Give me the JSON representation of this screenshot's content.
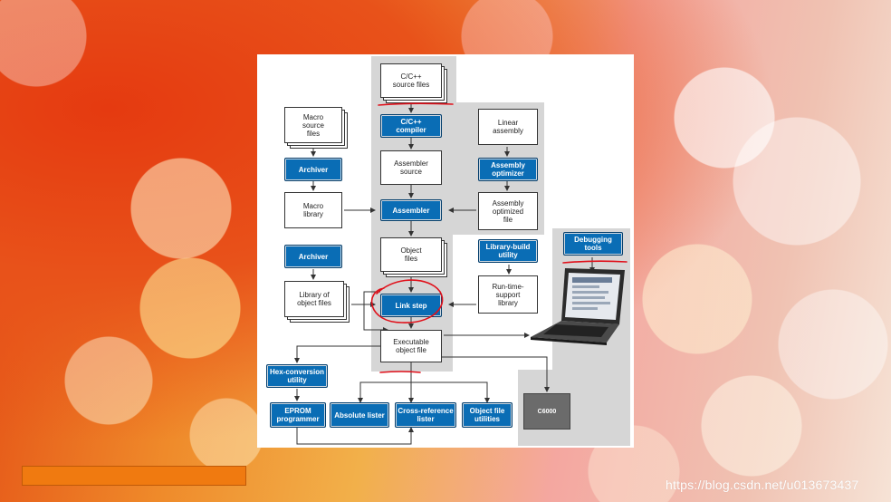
{
  "diagram": {
    "source_files": "C/C++ source files",
    "compiler": "C/C++ compiler",
    "macro_source_files": "Macro source files",
    "archiver_top": "Archiver",
    "macro_library": "Macro library",
    "assembler_source": "Assembler source",
    "linear_assembly": "Linear assembly",
    "assembly_optimizer": "Assembly optimizer",
    "assembly_optimized_file": "Assembly optimized file",
    "assembler": "Assembler",
    "archiver_bottom": "Archiver",
    "object_files": "Object files",
    "library_build_utility": "Library-build utility",
    "debugging_tools": "Debugging tools",
    "library_of_object_files": "Library of object files",
    "link_step": "Link step",
    "run_time_support_library": "Run-time-support library",
    "executable_object_file": "Executable object file",
    "hex_conversion_utility": "Hex-conversion utility",
    "eprom_programmer": "EPROM programmer",
    "absolute_lister": "Absolute lister",
    "cross_reference_lister": "Cross-reference lister",
    "object_file_utilities": "Object file utilities",
    "target": "C6000"
  },
  "colors": {
    "tool_blue": "#0a6db5",
    "annotation_red": "#e0101a",
    "accent_orange": "#f07a10"
  },
  "watermark": "https://blog.csdn.net/u013673437"
}
